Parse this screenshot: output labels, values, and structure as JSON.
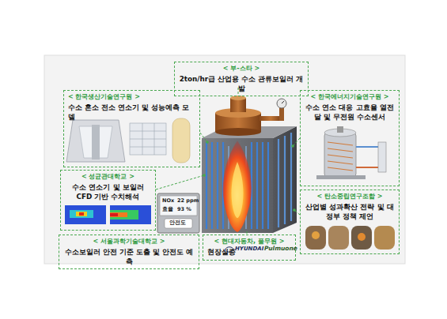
{
  "diagram": {
    "nodes": [
      {
        "text": [
          "< 부-스타 >",
          "2ton/hr급 산업용 수소 관류보일러 개발"
        ]
      },
      {
        "text": [
          "< 한국생산기술연구원 >",
          "수소 혼소 전소 연소기 및 성능예측 모델"
        ]
      },
      {
        "text": [
          "< 한국에너지기술연구원 >",
          "수소 연소 대응 고효율 열전달 및 무전원 수소센서"
        ]
      },
      {
        "text": [
          "< 성균관대학교 >",
          "수소 연소기 및 보일러 CFD 기반 수치해석"
        ]
      },
      {
        "text": [
          "< 탄소중립연구조합 >",
          "산업별 성과확산 전략 및 대정부 정책 제언"
        ]
      },
      {
        "text": [
          "< 서울과학기술대학교 >",
          "수소보일러 안전 기준 도출 및 안전도 예측"
        ]
      },
      {
        "text": [
          "< 현대자동차, 풀무원 >",
          "현장실증"
        ]
      }
    ],
    "labels": [
      "NOx",
      "22 ppm",
      "효율",
      "93 %",
      "안전도",
      "HYUNDAI",
      "Pulmuone"
    ]
  }
}
